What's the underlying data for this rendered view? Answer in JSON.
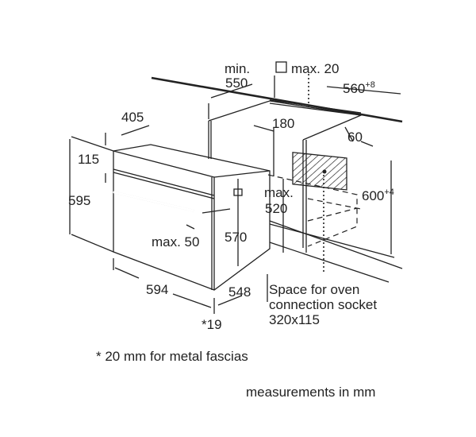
{
  "dimensions": {
    "min_label": "min.",
    "cabinet_depth": "550",
    "vent_label": "max. 20",
    "niche_width": "560",
    "niche_width_tol": "+8",
    "top_depth": "405",
    "rear_offset": "180",
    "socket_offset": "60",
    "fascia_height": "115",
    "oven_height": "595",
    "max_label": "max.",
    "max_depth": "520",
    "niche_height": "600",
    "niche_height_tol": "+4",
    "handle_label": "max. 50",
    "body_height": "570",
    "oven_width": "594",
    "body_depth": "548",
    "front_thickness": "*19"
  },
  "socket_note": [
    "Space for oven",
    "connection socket",
    "320x115"
  ],
  "footnote": "* 20 mm for metal fascias",
  "units_note": "measurements in mm"
}
